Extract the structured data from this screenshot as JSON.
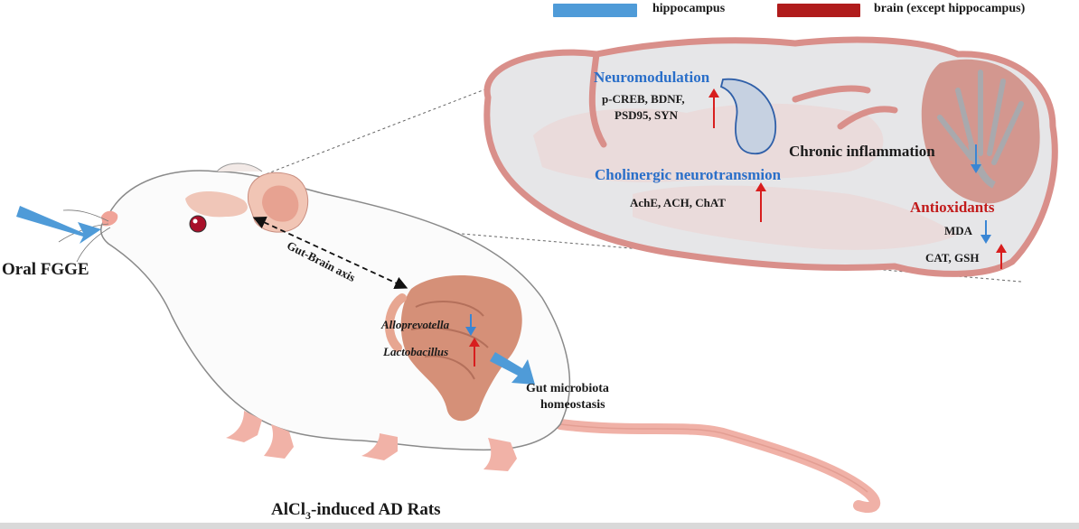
{
  "legend": {
    "hippocampus": {
      "label": "hippocampus",
      "color": "#4f9bd8"
    },
    "brain_other": {
      "label": "brain (except hippocampus)",
      "color": "#b01c1c"
    }
  },
  "labels": {
    "oral": "Oral FGGE",
    "rats_prefix": "AlCl",
    "rats_sub": "3",
    "rats_suffix": "-induced AD Rats",
    "gut_brain_axis": "Gut-Brain axis",
    "gut_homeostasis_line1": "Gut microbiota",
    "gut_homeostasis_line2": "homeostasis"
  },
  "microbiota": {
    "alloprevotella": {
      "name": "Alloprevotella",
      "trend": "down"
    },
    "lactobacillus": {
      "name": "Lactobacillus",
      "trend": "up"
    }
  },
  "brain": {
    "neuromodulation": {
      "title": "Neuromodulation",
      "line1": "p-CREB, BDNF,",
      "line2": "PSD95, SYN",
      "trend": "up"
    },
    "cholinergic": {
      "title": "Cholinergic neurotransmion",
      "markers": "AchE, ACH, ChAT",
      "trend": "up"
    },
    "inflammation": {
      "title": "Chronic inflammation",
      "trend": "down"
    },
    "antioxidants": {
      "title": "Antioxidants",
      "mda": "MDA",
      "mda_trend": "down",
      "cat_gsh": "CAT, GSH",
      "cat_gsh_trend": "up"
    }
  },
  "colors": {
    "blue_text": "#2a6fc9",
    "red_text": "#c21b1b",
    "arrow_blue": "#3a86d4",
    "arrow_red": "#d81e1e",
    "brain_outline": "#d98f8a",
    "brain_fill": "#e4e4e6",
    "cerebellum": "#d3978f"
  }
}
